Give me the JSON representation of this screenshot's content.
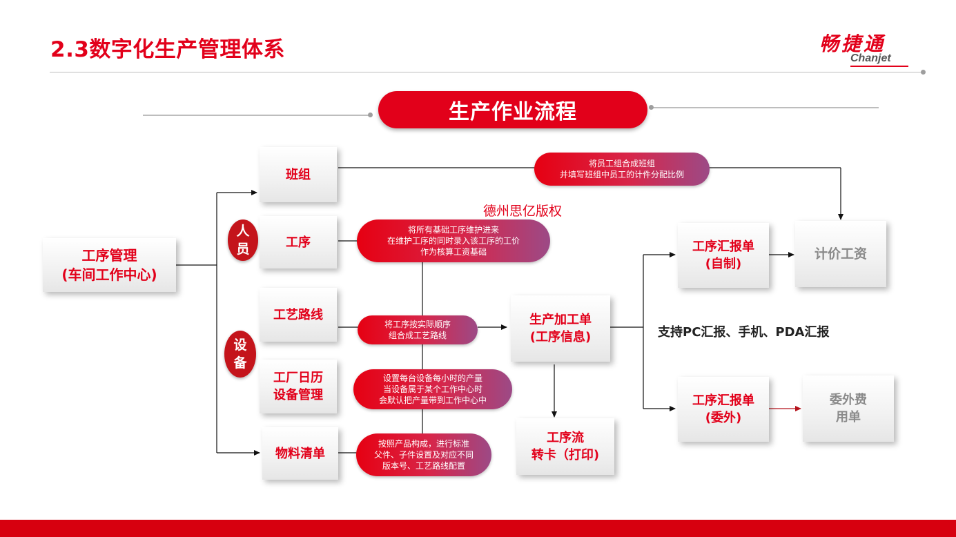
{
  "header": {
    "title": "2.3数字化生产管理体系",
    "logo_cn": "畅捷通",
    "logo_en": "Chanjet"
  },
  "banner": {
    "label": "生产作业流程"
  },
  "nodes": {
    "gongxu_guanli": "工序管理\n(车间工作中心)",
    "banzu": "班组",
    "gongxu": "工序",
    "gongyi_luxian": "工艺路线",
    "gongchang_rili": "工厂日历\n设备管理",
    "wuliao_qingdan": "物料清单",
    "shengchan_jiagongdan": "生产加工单\n(工序信息)",
    "gongxu_liuzhuanka": "工序流\n转卡（打印)",
    "huibao_zizhi": "工序汇报单\n(自制)",
    "huibao_weiwai": "工序汇报单\n(委外)",
    "jijia_gongzi": "计价工资",
    "weiwai_feiyong": "委外费\n用单"
  },
  "categories": {
    "renyuan": "人\n员",
    "shebei": "设\n备"
  },
  "notes": {
    "banzu_note": "将员工组合成班组\n并填写班组中员工的计件分配比例",
    "gongxu_note": "将所有基础工序维护进来\n在维护工序的同时录入该工序的工价\n作为核算工资基础",
    "luxian_note": "将工序按实际顺序\n组合成工艺路线",
    "rili_note": "设置每台设备每小时的产量\n当设备属于某个工作中心时\n会默认把产量带到工作中心中",
    "wuliao_note": "按照产品构成，进行标准\n父件、子件设置及对应不同\n版本号、工艺路线配置"
  },
  "watermark": "德州思亿版权",
  "support_text": "支持PC汇报、手机、PDA汇报",
  "colors": {
    "brand_red": "#e2001a",
    "footer_red": "#d7000f",
    "pill_gradient_end": "#9c4a86",
    "gray_text": "#8a8a8a"
  }
}
